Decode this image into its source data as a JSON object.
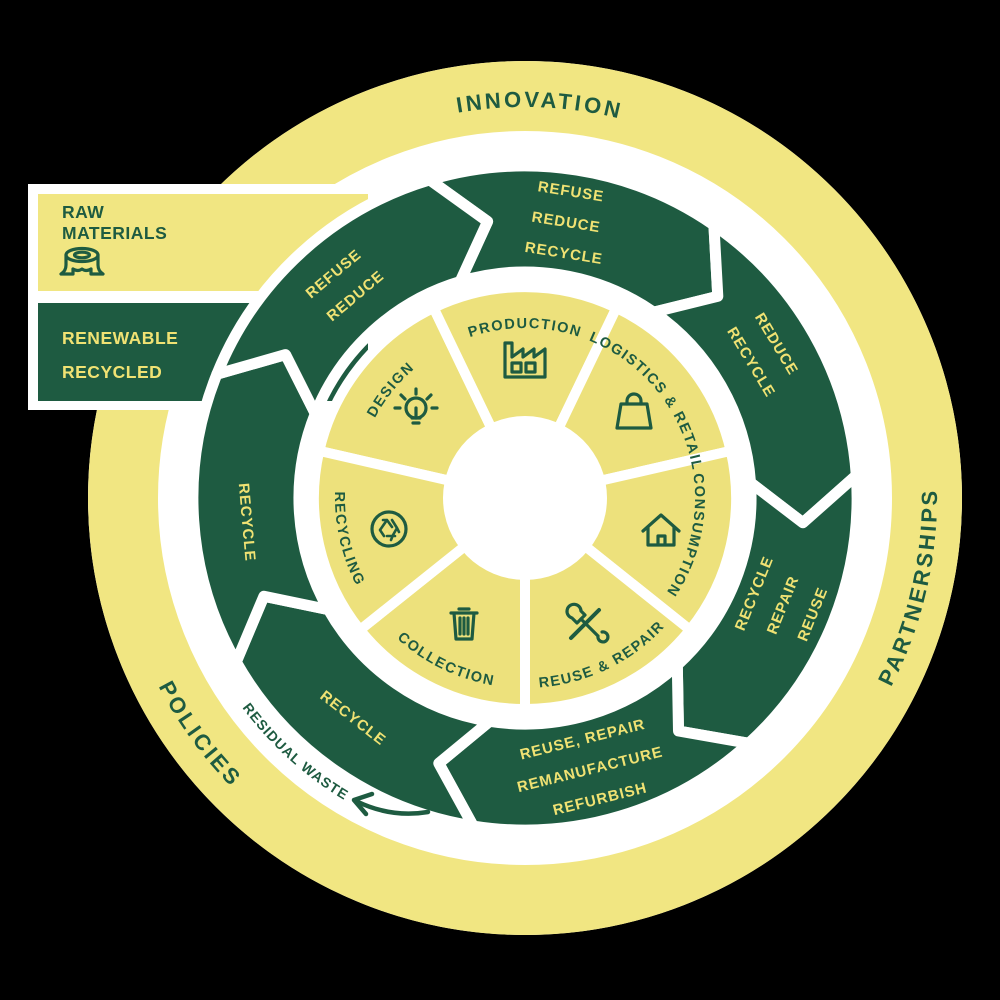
{
  "title": "circular-economy-diagram",
  "colors": {
    "background": "#000000",
    "green": "#1E5B41",
    "ring_yellow": "#F1E682",
    "wheel_yellow": "#EDE17C",
    "text_yellow": "#F0E273",
    "gap_white": "#FFFFFF"
  },
  "outer_ring": {
    "top_label": "INNOVATION",
    "right_label": "PARTNERSHIPS",
    "left_label": "POLICIES"
  },
  "residual_waste": {
    "label": "RESIDUAL WASTE",
    "icon": "curved-exit-arrow"
  },
  "flow_ring": {
    "segments": [
      {
        "position": "top",
        "lines": [
          "REFUSE",
          "REDUCE",
          "RECYCLE"
        ]
      },
      {
        "position": "upper-right",
        "lines": [
          "REDUCE",
          "RECYCLE"
        ]
      },
      {
        "position": "right",
        "lines": [
          "RECYCLE",
          "REPAIR",
          "REUSE"
        ]
      },
      {
        "position": "bottom-right",
        "lines": [
          "REUSE, REPAIR",
          "REMANUFACTURE",
          "REFURBISH"
        ]
      },
      {
        "position": "bottom-left",
        "lines": [
          "RECYCLE"
        ]
      },
      {
        "position": "left",
        "lines": [
          "RECYCLE"
        ]
      },
      {
        "position": "upper-left",
        "lines": [
          "REFUSE",
          "REDUCE"
        ]
      }
    ]
  },
  "stage_wheel": {
    "stages": [
      {
        "label": "DESIGN",
        "icon": "lightbulb-icon"
      },
      {
        "label": "PRODUCTION",
        "icon": "factory-icon"
      },
      {
        "label": "LOGISTICS & RETAIL",
        "icon": "shopping-bag-icon"
      },
      {
        "label": "CONSUMPTION",
        "icon": "house-icon"
      },
      {
        "label": "REUSE & REPAIR",
        "icon": "tools-icon"
      },
      {
        "label": "COLLECTION",
        "icon": "trash-bin-icon"
      },
      {
        "label": "RECYCLING",
        "icon": "recycle-icon"
      }
    ]
  },
  "inputs": {
    "raw_materials": {
      "lines": [
        "RAW",
        "MATERIALS"
      ],
      "icon": "tree-stump-icon"
    },
    "renewable": {
      "lines": [
        "RENEWABLE",
        "RECYCLED"
      ]
    }
  }
}
